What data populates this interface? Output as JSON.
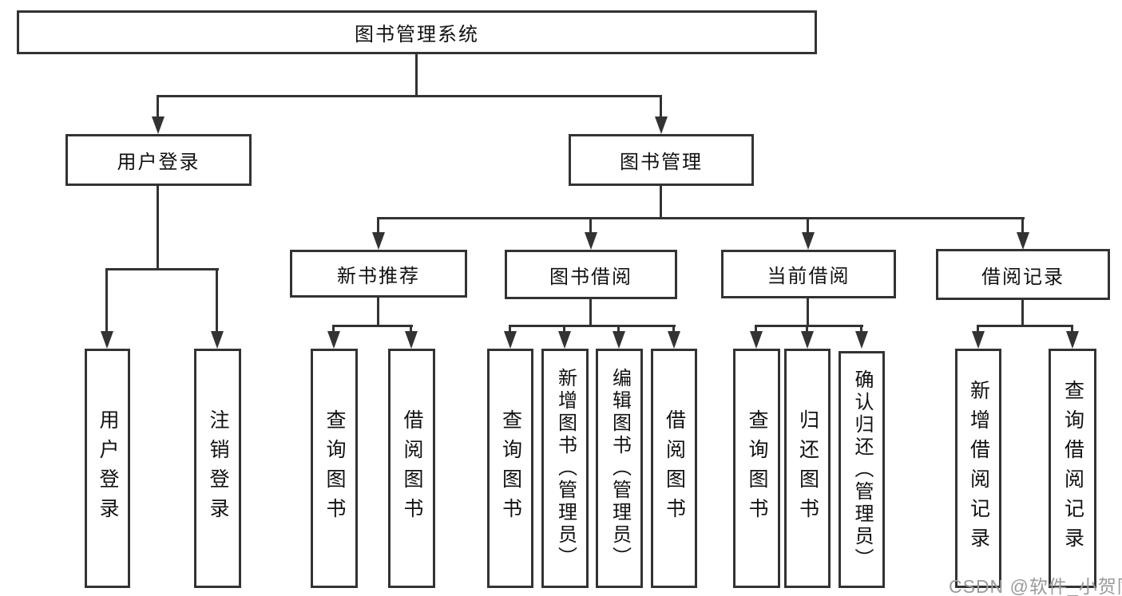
{
  "diagram": {
    "root": {
      "label": "图书管理系统"
    },
    "level2": [
      {
        "label": "用户登录"
      },
      {
        "label": "图书管理"
      }
    ],
    "level3": [
      {
        "label": "新书推荐"
      },
      {
        "label": "图书借阅"
      },
      {
        "label": "当前借阅"
      },
      {
        "label": "借阅记录"
      }
    ],
    "leaves": [
      {
        "parent": "用户登录",
        "label": "用户登录"
      },
      {
        "parent": "用户登录",
        "label": "注销登录"
      },
      {
        "parent": "新书推荐",
        "label": "查询图书"
      },
      {
        "parent": "新书推荐",
        "label": "借阅图书"
      },
      {
        "parent": "图书借阅",
        "label": "查询图书"
      },
      {
        "parent": "图书借阅",
        "label": "新增图书（管理员）"
      },
      {
        "parent": "图书借阅",
        "label": "编辑图书（管理员）"
      },
      {
        "parent": "图书借阅",
        "label": "借阅图书"
      },
      {
        "parent": "当前借阅",
        "label": "查询图书"
      },
      {
        "parent": "当前借阅",
        "label": "归还图书"
      },
      {
        "parent": "当前借阅",
        "label": "确认归还（管理员）"
      },
      {
        "parent": "借阅记录",
        "label": "新增借阅记录"
      },
      {
        "parent": "借阅记录",
        "label": "查询借阅记录"
      }
    ],
    "colors": {
      "line": "#333333",
      "text": "#111111",
      "background": "#ffffff",
      "watermark": "#9b9b9b"
    }
  },
  "watermark": {
    "text": "CSDN @软件_小贺同学"
  }
}
